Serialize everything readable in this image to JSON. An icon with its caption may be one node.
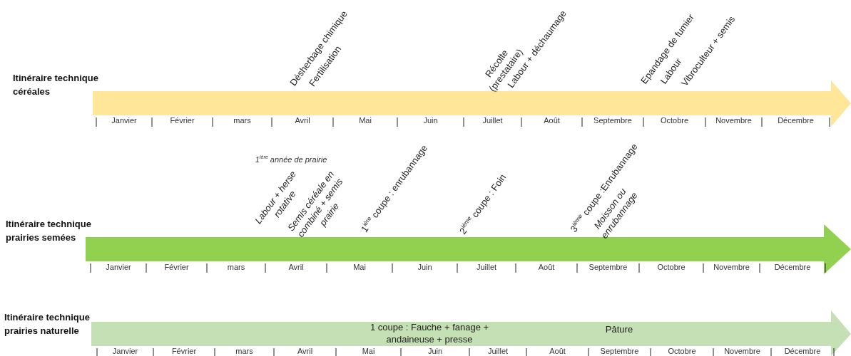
{
  "diagram": {
    "nodes": [
      {
        "text": [
          "Itinéraire technique céréales"
        ]
      },
      {
        "text": [
          "Itinéraire technique prairies semées"
        ]
      },
      {
        "text": [
          "Itinéraire technique prairies naturelle",
          "1 coupe : Fauche + fanage + andaineuse + presse",
          "Pâture"
        ]
      }
    ],
    "edges": [],
    "labels": [
      "Désherbage chimique",
      "Fertilisation",
      "Récolte (prestataire)",
      "Labour + déchaumage",
      "Epandage de fumier",
      "Labour",
      "Vibroculteur + semis",
      "Janvier",
      "Février",
      "mars",
      "Avril",
      "Mai",
      "Juin",
      "Juillet",
      "Août",
      "Septembre",
      "Octobre",
      "Novembre",
      "Décembre",
      "1$^{ière}$ année de prairie",
      "Labour + herse rotative",
      "Semis céréale en combiné + semis prairie",
      "1$^{ière}$ coupe : enrubannage",
      "2$^{ième}$ coupe : Foin",
      "3$^{ième}$ coupe :Enrubannage",
      "Moisson ou enrubannage",
      "Janvier",
      "Février",
      "mars",
      "Avril",
      "Mai",
      "Juin",
      "Juillet",
      "Août",
      "Septembre",
      "Octobre",
      "Novembre",
      "Décembre",
      "Janvier",
      "Février",
      "mars",
      "Avril",
      "Mai",
      "Juin",
      "Juillet",
      "Août",
      "Septembre",
      "Octobre",
      "Novembre",
      "Décembre"
    ]
  }
}
